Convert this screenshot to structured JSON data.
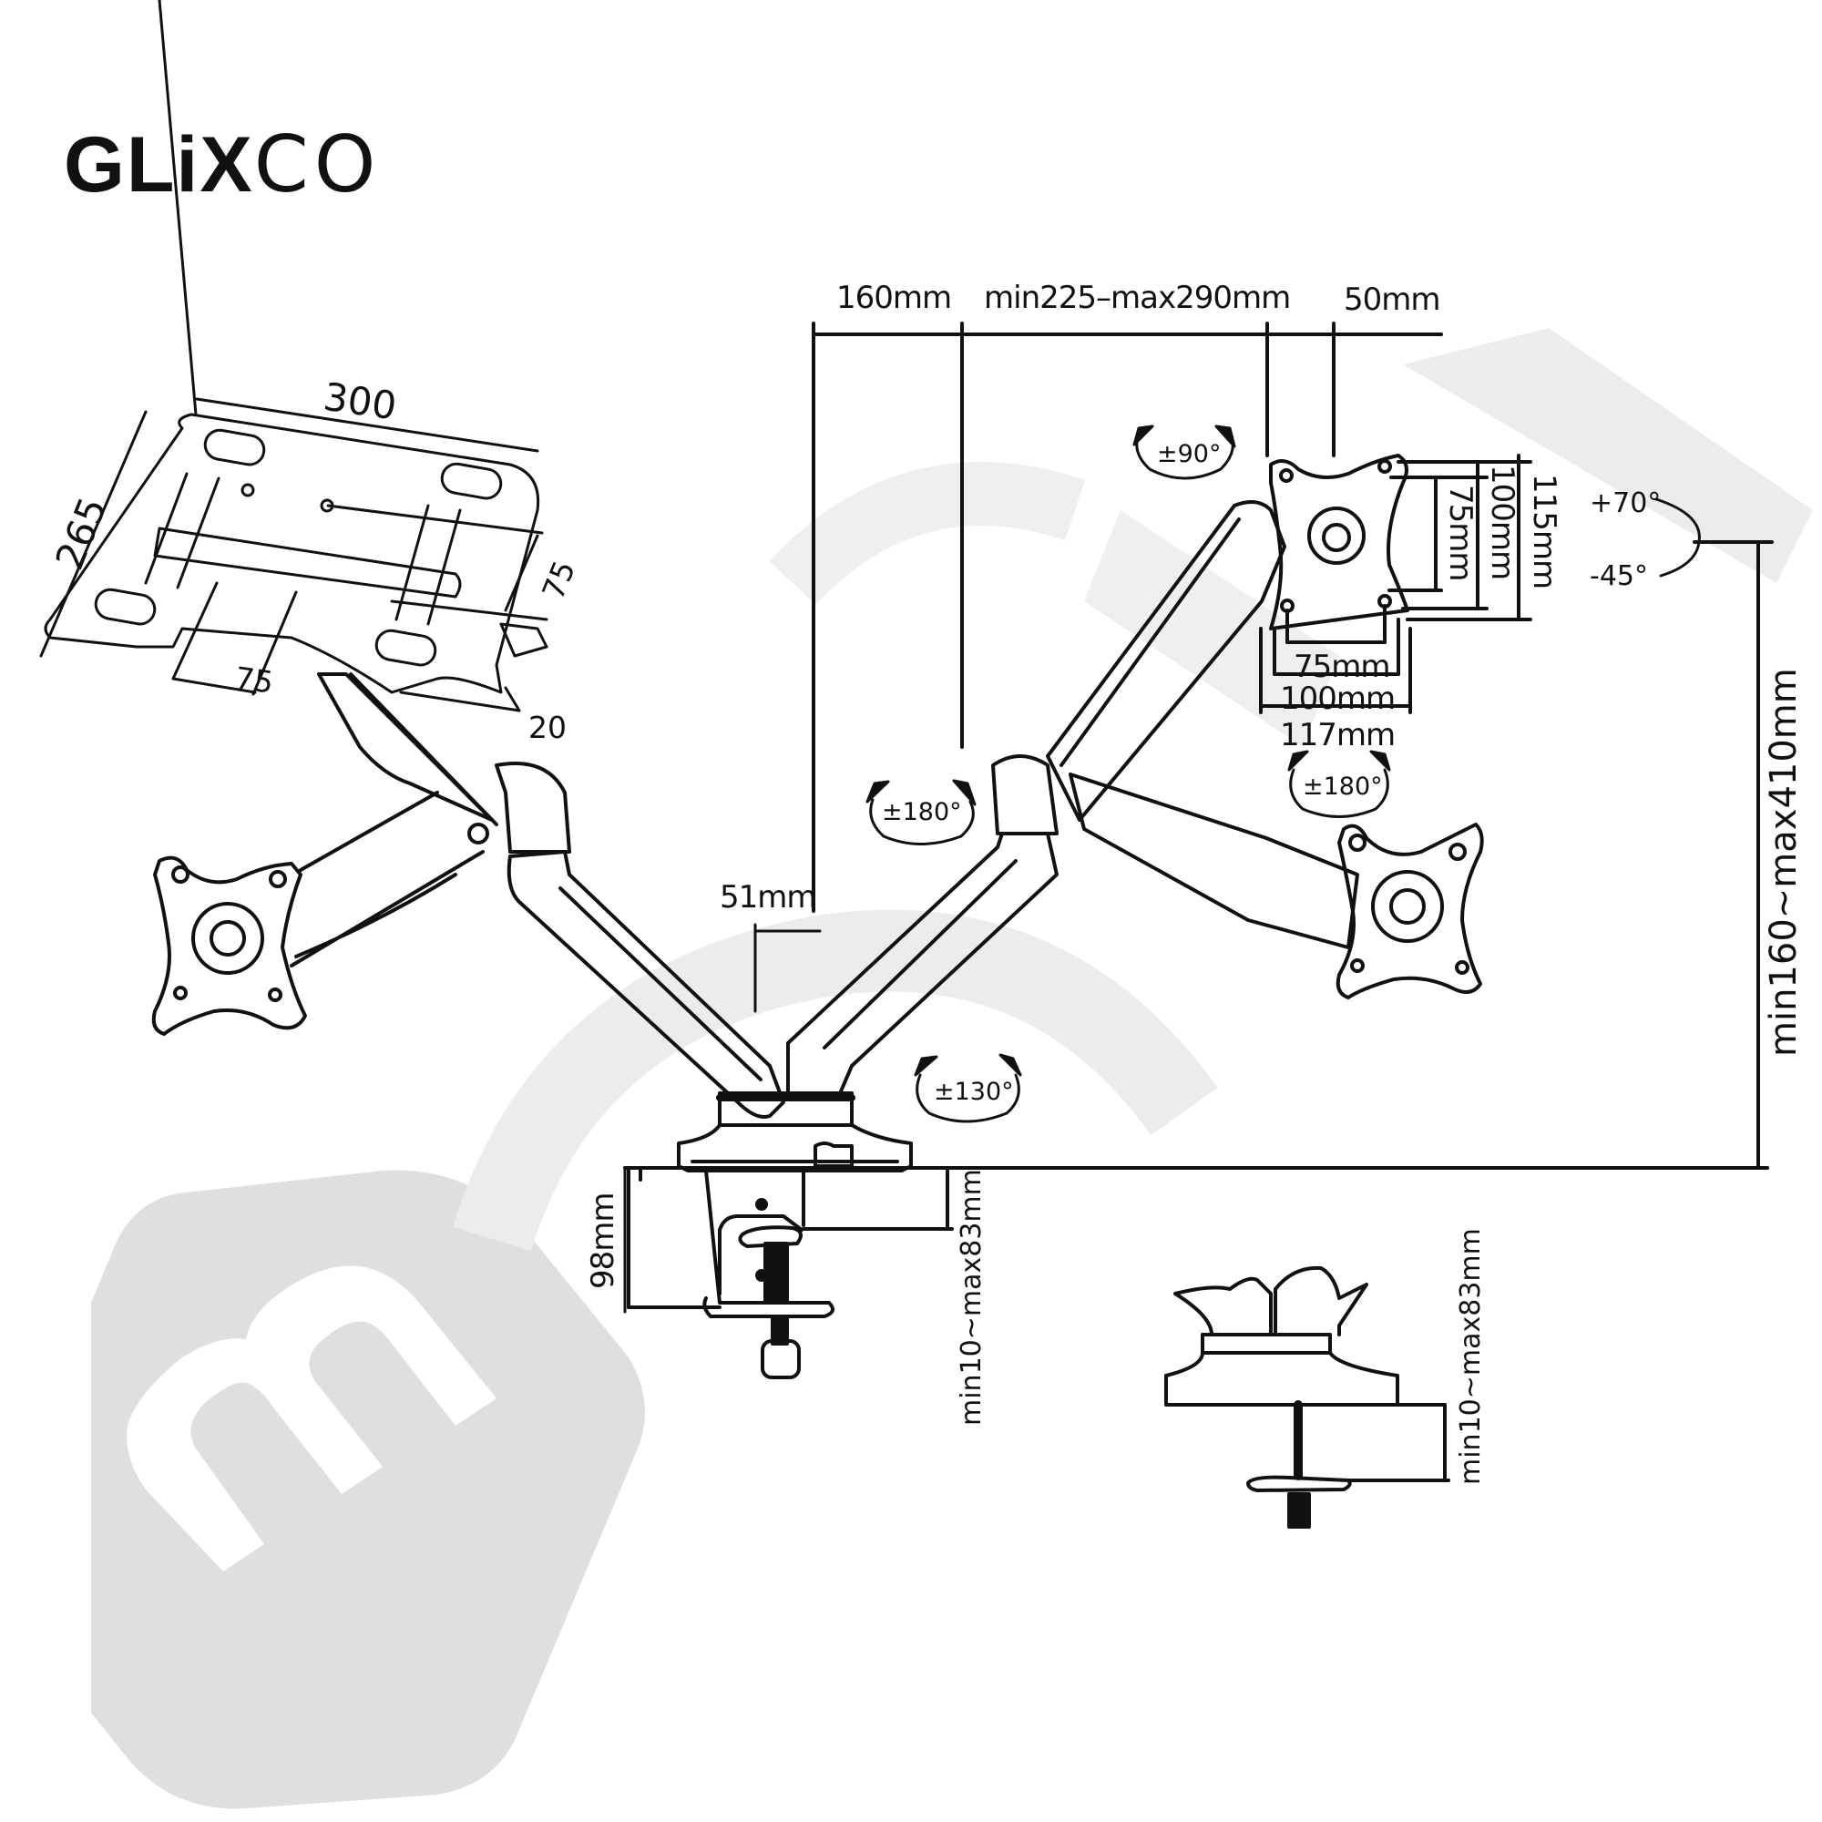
{
  "brand": {
    "name_bold": "GLiX",
    "name_light": "CO"
  },
  "top_dimensions": {
    "d1": "160mm",
    "d2": "min225–max290mm",
    "d3": "50mm"
  },
  "laptop_tray": {
    "width": "300",
    "depth": "265",
    "vesa_h": "75",
    "vesa_w": "75",
    "lip": "20"
  },
  "vesa_plate": {
    "v75": "75mm",
    "v100": "100mm",
    "v115": "115mm",
    "h75": "75mm",
    "h100": "100mm",
    "h117": "117mm"
  },
  "tilt": {
    "up": "+70°",
    "down": "-45°"
  },
  "rotations": {
    "plate_rotation": "±90°",
    "swivel_upper": "±180°",
    "swivel_plate": "±180°",
    "swivel_base": "±130°"
  },
  "pole": {
    "offset": "51mm",
    "height_range": "min160~max410mm"
  },
  "clamp": {
    "clamp_height": "98mm",
    "desk_thickness": "min10~max83mm"
  },
  "grommet": {
    "desk_thickness": "min10~max83mm"
  },
  "watermark": {
    "letter": "m",
    "color": "#e0dfe0"
  }
}
